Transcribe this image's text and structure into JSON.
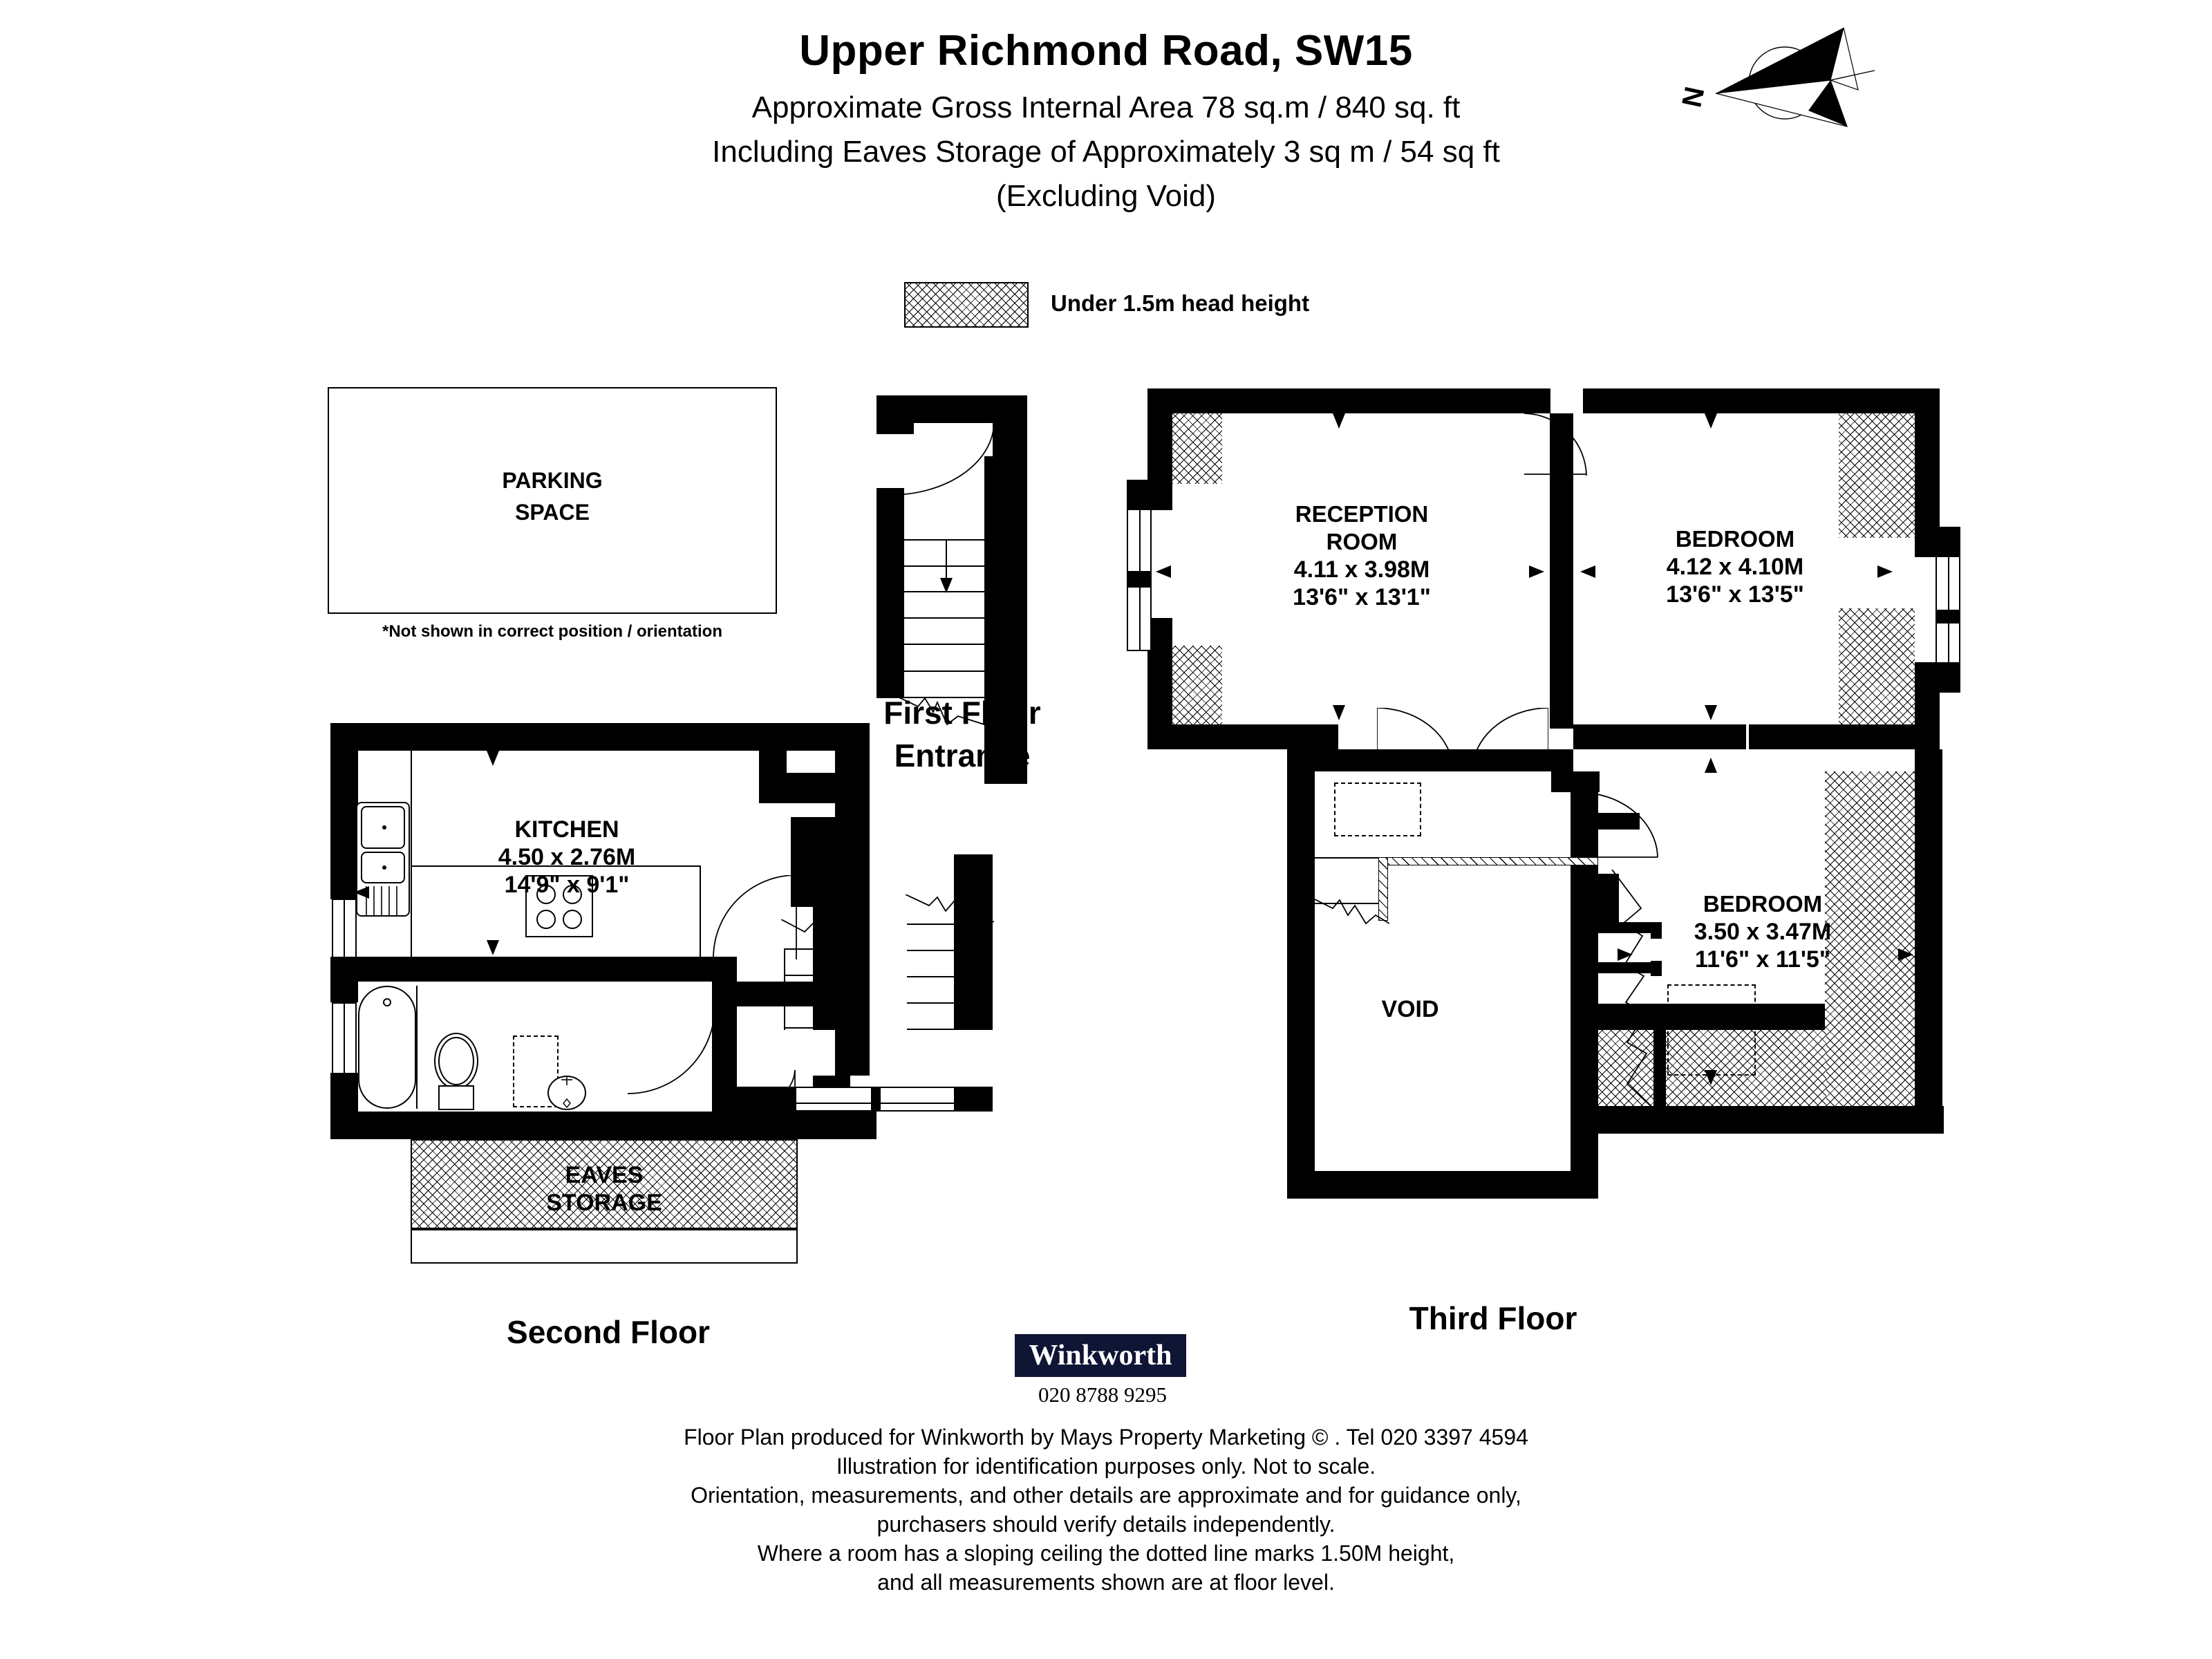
{
  "header": {
    "title": "Upper Richmond Road, SW15",
    "line1": "Approximate Gross Internal Area 78 sq.m  /  840 sq. ft",
    "line2": "Including Eaves Storage of Approximately 3 sq m  /  54 sq ft",
    "line3": "(Excluding Void)"
  },
  "compass": {
    "label": "N",
    "icon": "north-arrow-icon"
  },
  "legend": {
    "swatch_icon": "hatch-swatch-icon",
    "text": "Under 1.5m head height"
  },
  "parking": {
    "label_line1": "PARKING",
    "label_line2": "SPACE",
    "note": "*Not shown in correct position / orientation"
  },
  "floors": {
    "first": {
      "label_line1": "First Floor",
      "label_line2": "Entrance"
    },
    "second": {
      "label": "Second Floor"
    },
    "third": {
      "label": "Third Floor"
    }
  },
  "rooms": {
    "kitchen": {
      "name": "KITCHEN",
      "metric": "4.50 x 2.76M",
      "imperial": "14'9\" x 9'1\""
    },
    "reception": {
      "name": "RECEPTION",
      "name2": "ROOM",
      "metric": "4.11 x 3.98M",
      "imperial": "13'6\" x 13'1\""
    },
    "bedroom1": {
      "name": "BEDROOM",
      "metric": "4.12 x 4.10M",
      "imperial": "13'6\" x 13'5\""
    },
    "bedroom2": {
      "name": "BEDROOM",
      "metric": "3.50 x 3.47M",
      "imperial": "11'6\" x 11'5\""
    },
    "eaves": {
      "name_line1": "EAVES",
      "name_line2": "STORAGE"
    },
    "void": {
      "name": "VOID"
    }
  },
  "branding": {
    "logo_text": "Winkworth",
    "phone": "020 8788 9295",
    "logo_bg": "#0f1535"
  },
  "disclaimer": {
    "line1": "Floor Plan produced for Winkworth by Mays Property Marketing  © . Tel 020 3397 4594",
    "line2": "Illustration for identification purposes only. Not to scale.",
    "line3": "Orientation, measurements, and other details are approximate and for guidance only,",
    "line4": "purchasers should verify details independently.",
    "line5": "Where a room has a sloping ceiling the dotted line marks 1.50M height,",
    "line6": "and all measurements shown are at floor level."
  }
}
